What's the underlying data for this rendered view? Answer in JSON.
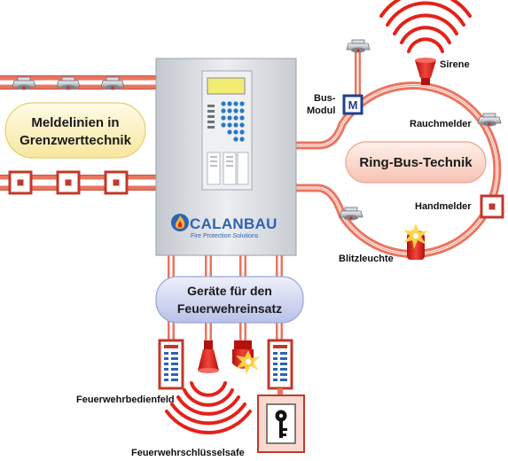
{
  "colors": {
    "line": "#e8755f",
    "line_dark": "#c0392b",
    "panel": "#d6d9de",
    "bubble_yellow": "#fdf3c4",
    "bubble_pink": "#fbd9cf",
    "bubble_blue": "#cdd3ef",
    "brand_blue": "#2d63b5",
    "red": "#e2231a"
  },
  "panel": {
    "brand": "CALANBAU",
    "tagline": "Fire Protection Solutions"
  },
  "bubbles": {
    "melde_line1": "Meldelinien in",
    "melde_line2": "Grenzwerttechnik",
    "ring": "Ring-Bus-Technik",
    "geraete_line1": "Geräte für den",
    "geraete_line2": "Feuerwehreinsatz"
  },
  "labels": {
    "sirene": "Sirene",
    "bus_modul_line1": "Bus-",
    "bus_modul_line2": "Modul",
    "bus_modul_letter": "M",
    "rauchmelder": "Rauchmelder",
    "handmelder": "Handmelder",
    "blitzleuchte": "Blitzleuchte",
    "feuerwehrbedienfeld": "Feuerwehrbedienfeld",
    "feuerwehrschluesselsafe": "Feuerwehrschlüsselsafe"
  },
  "icons": {
    "smoke_detector": "smoke-detector-icon",
    "manual_call_point": "manual-call-point-icon",
    "siren": "siren-icon",
    "flashing_light": "flashing-light-icon",
    "key": "key-icon"
  }
}
